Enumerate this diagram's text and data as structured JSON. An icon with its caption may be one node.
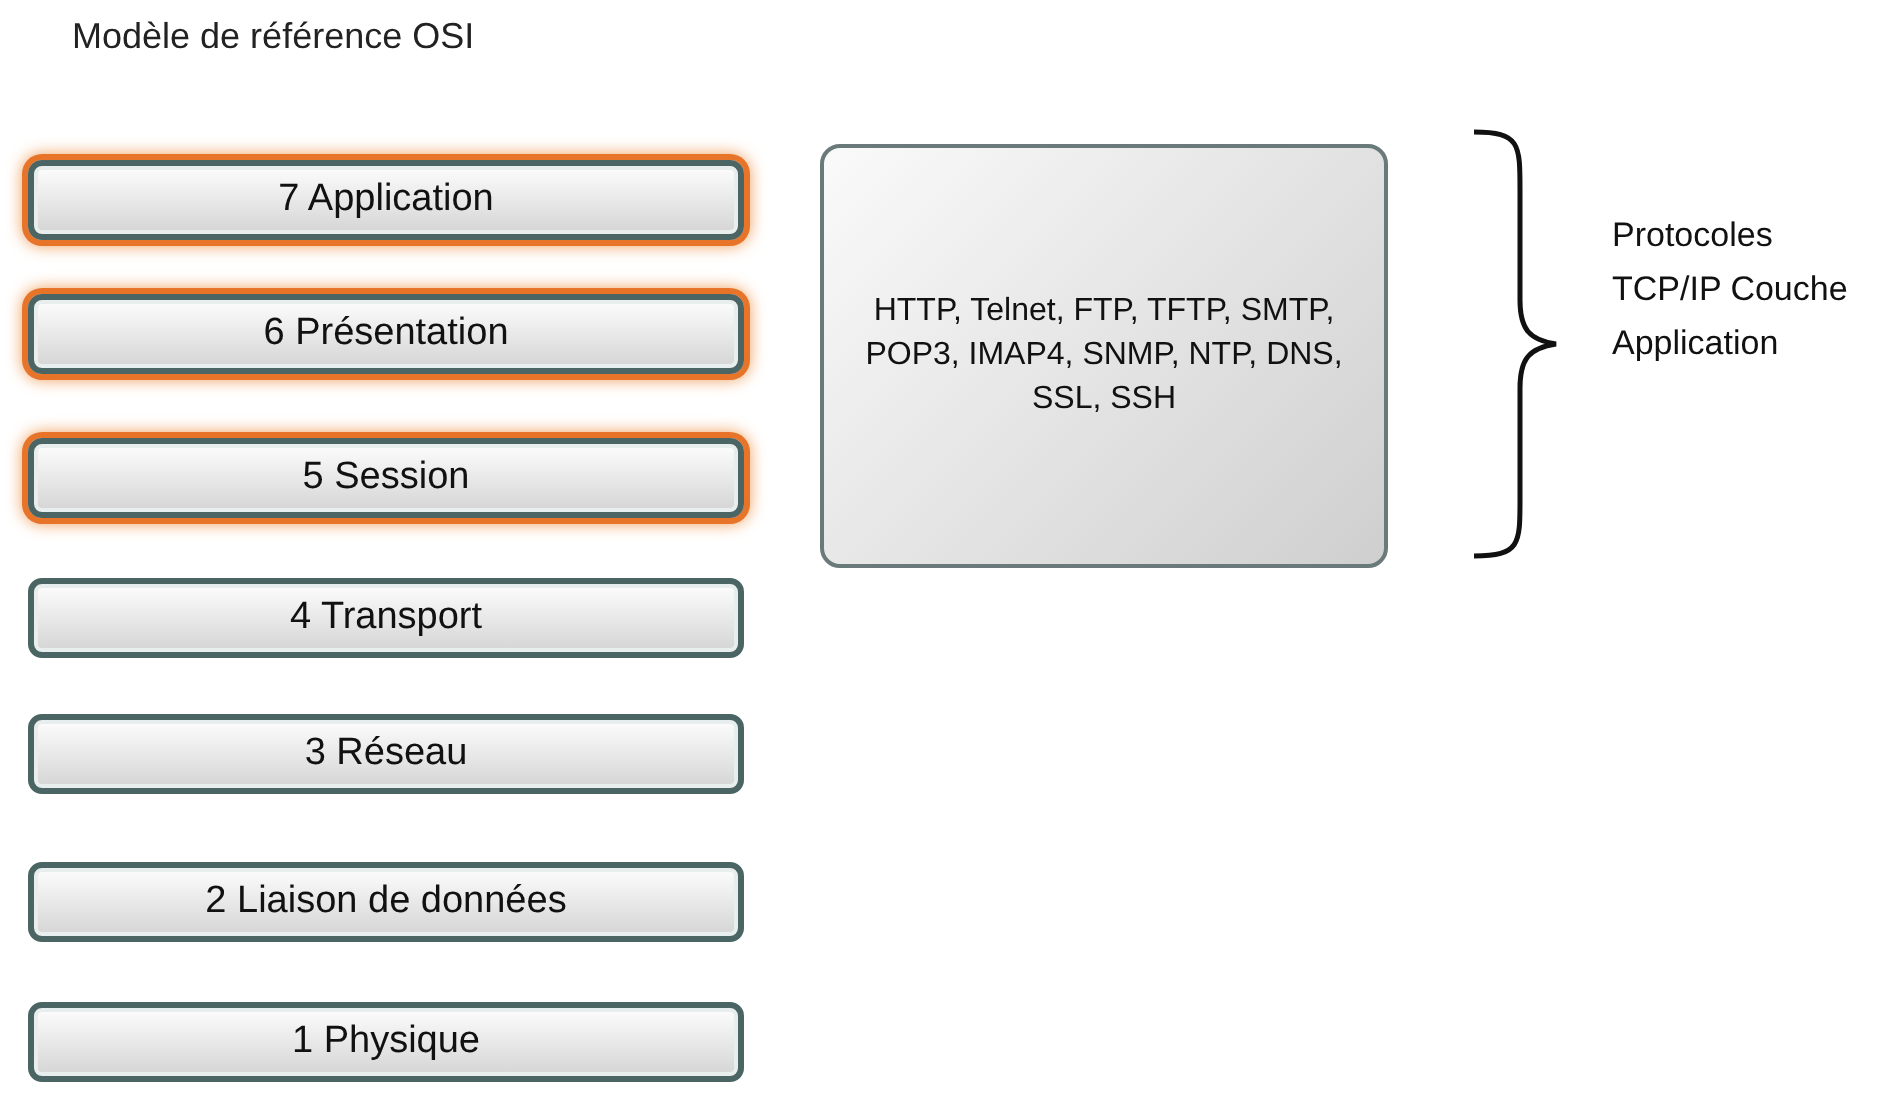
{
  "diagram": {
    "title": "Modèle de référence OSI",
    "nodes": [
      {
        "text": [
          "7 Application"
        ]
      },
      {
        "text": [
          "6 Présentation"
        ]
      },
      {
        "text": [
          "5 Session"
        ]
      },
      {
        "text": [
          "4 Transport"
        ]
      },
      {
        "text": [
          "3 Réseau"
        ]
      },
      {
        "text": [
          "2 Liaison de données"
        ]
      },
      {
        "text": [
          "1 Physique"
        ]
      },
      {
        "text": [
          "HTTP, Telnet, FTP, TFTP, SMTP, POP3, IMAP4, SNMP, NTP, DNS, SSL, SSH"
        ]
      }
    ],
    "edges": [],
    "labels": [
      "Protocoles TCP/IP Couche Application"
    ]
  }
}
